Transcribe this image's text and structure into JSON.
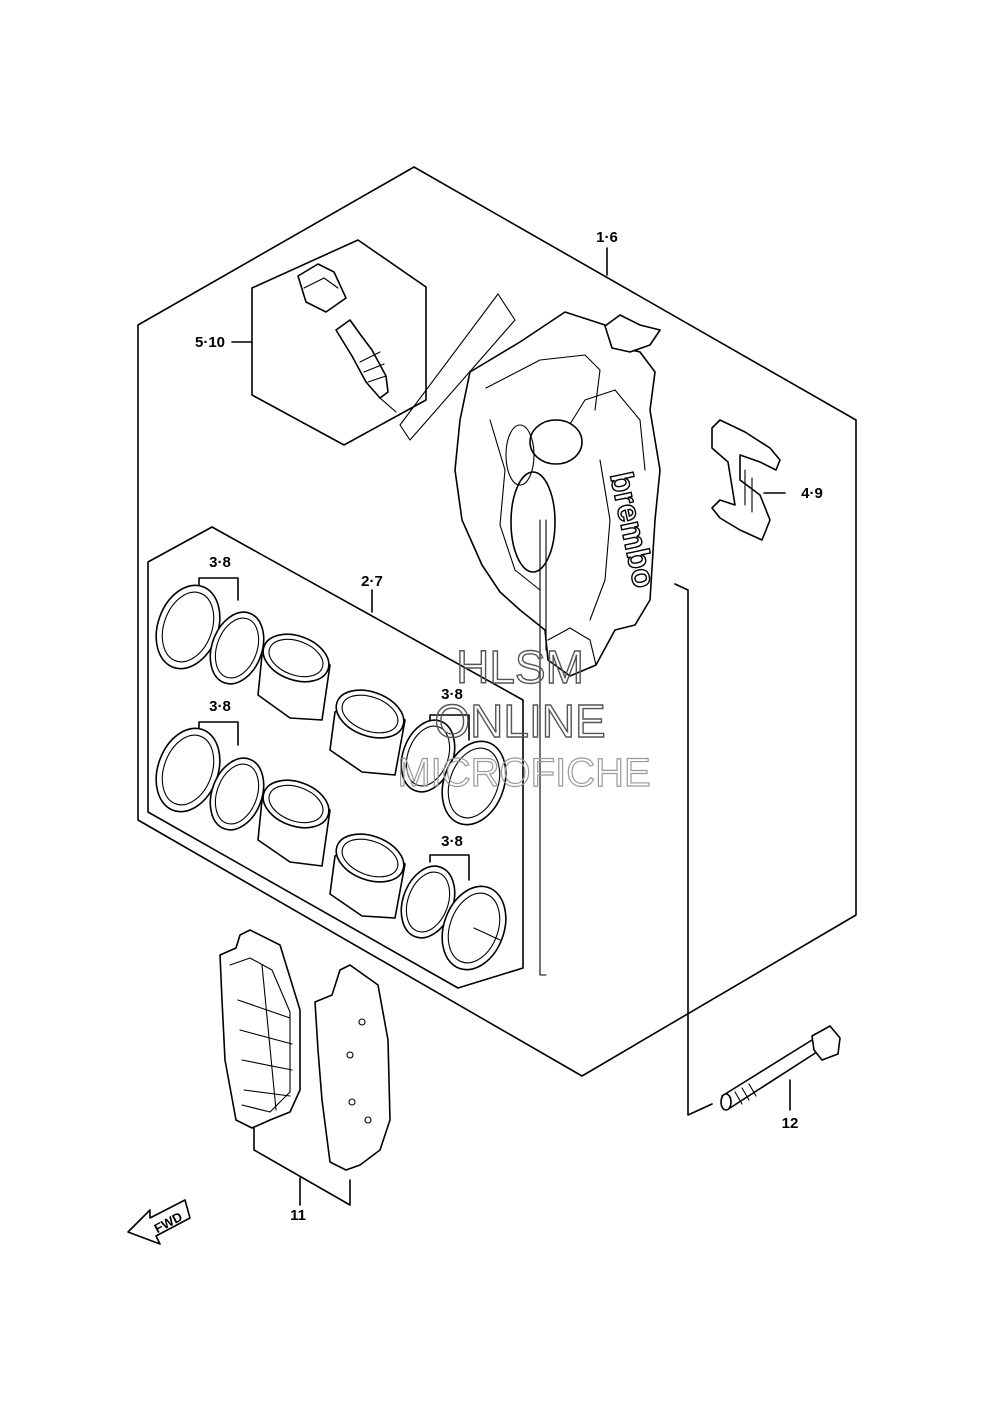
{
  "labels": {
    "caliper_assy": "1·6",
    "bleeder_set": "5·10",
    "piston_kit": "2·7",
    "seal_kit_a": "3·8",
    "seal_kit_b": "3·8",
    "seal_kit_c": "3·8",
    "seal_kit_d": "3·8",
    "pad_spring": "4·9",
    "pad_set": "11",
    "bolt": "12"
  },
  "brand_mark": "brembo",
  "direction": "FWD",
  "watermark": {
    "line1": "HLSM",
    "line2": "ONLINE",
    "line3": "MICROFICHE"
  }
}
